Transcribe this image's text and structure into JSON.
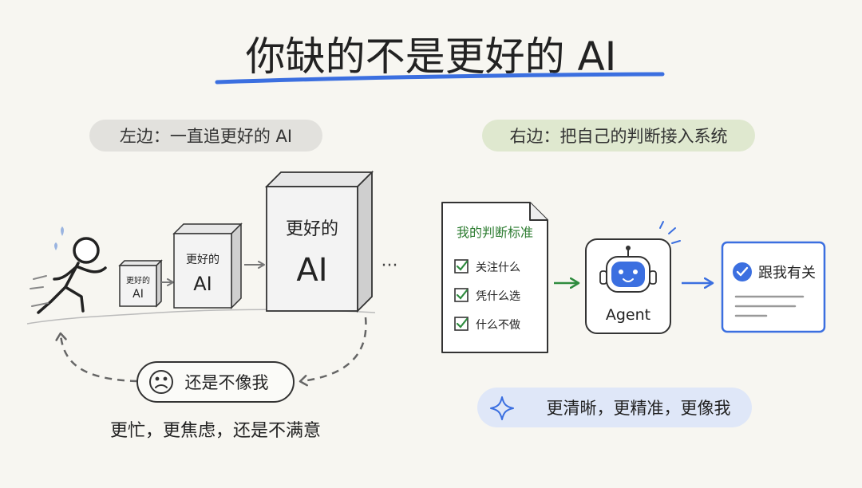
{
  "title": "你缺的不是更好的 AI",
  "left": {
    "header": "左边：一直追更好的 AI",
    "boxes": [
      {
        "line1": "更好的",
        "line2": "AI"
      },
      {
        "line1": "更好的",
        "line2": "AI"
      },
      {
        "line1": "更好的",
        "line2": "AI"
      }
    ],
    "ellipsis": "···",
    "loop_label": "还是不像我",
    "caption": "更忙，更焦虑，还是不满意",
    "icons": [
      "running-person-icon",
      "sad-face-icon",
      "dashed-loop-arrow-icon"
    ]
  },
  "right": {
    "header": "右边：把自己的判断接入系统",
    "doc_title": "我的判断标准",
    "checklist": [
      "关注什么",
      "凭什么选",
      "什么不做"
    ],
    "agent_label": "Agent",
    "result_label": "跟我有关",
    "footer": "更清晰，更精准，更像我",
    "icons": [
      "document-icon",
      "robot-icon",
      "check-circle-icon",
      "sparkle-icon"
    ]
  },
  "colors": {
    "background": "#f7f6f1",
    "title_underline": "#3b6fe0",
    "left_header_pill": "#e2e1dd",
    "right_header_pill": "#dfe8cf",
    "green_arrow": "#2e8b3e",
    "blue_arrow": "#3b6fe0",
    "footer_pill": "#dfe7f8",
    "robot_face": "#3b6fe0"
  }
}
